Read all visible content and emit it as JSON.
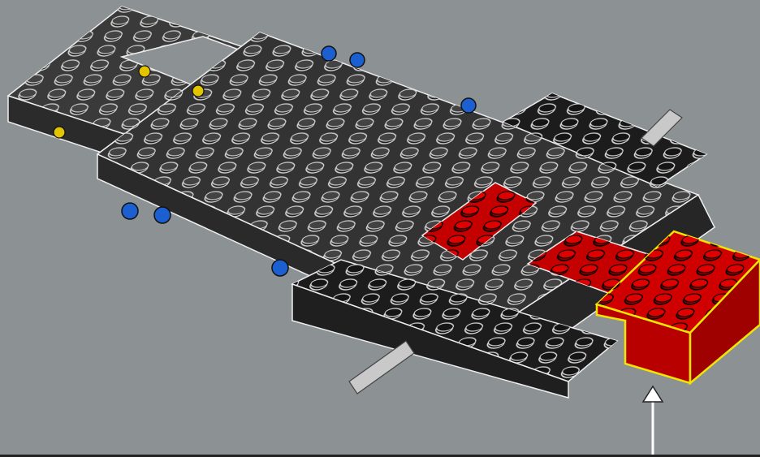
{
  "viewer": {
    "background_color": "#8c9294",
    "selection_color": "#f2e600",
    "status_line_color": "#222222"
  },
  "model": {
    "parts": [
      {
        "name": "dark-gray-technic-frame",
        "color": "#3a3a3a"
      },
      {
        "name": "dark-gray-technic-bricks",
        "color": "#2e2e2e"
      },
      {
        "name": "black-technic-beams",
        "color": "#1c1c1c"
      },
      {
        "name": "red-plate-upper",
        "color": "#c40000"
      },
      {
        "name": "red-plate-lower",
        "color": "#c40000"
      },
      {
        "name": "red-technic-brick-selected",
        "color": "#d00000"
      },
      {
        "name": "blue-technic-pins",
        "color": "#1c5fd0"
      },
      {
        "name": "yellow-pin-holes",
        "color": "#e3c400"
      },
      {
        "name": "gray-axles",
        "color": "#c9c9c9"
      }
    ],
    "selected_part": "red-technic-brick-selected"
  },
  "pointer": {
    "icon": "arrow-up-icon"
  }
}
